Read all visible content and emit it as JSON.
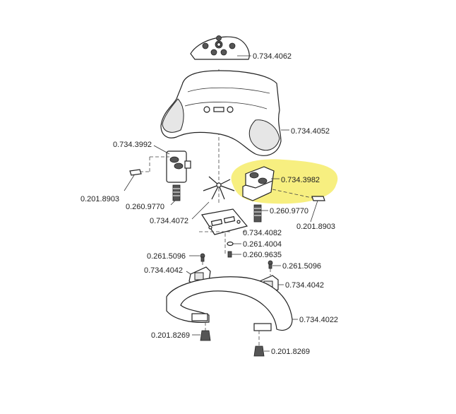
{
  "diagram": {
    "highlight_color": "#f6ec6a",
    "callouts": [
      {
        "id": "top-cover",
        "text": "0.734.4062"
      },
      {
        "id": "housing",
        "text": "0.734.4052"
      },
      {
        "id": "left-pedal",
        "text": "0.734.3992"
      },
      {
        "id": "right-pedal",
        "text": "0.734.3982"
      },
      {
        "id": "left-clip",
        "text": "0.201.8903"
      },
      {
        "id": "left-spring",
        "text": "0.260.9770"
      },
      {
        "id": "right-spring",
        "text": "0.260.9770"
      },
      {
        "id": "right-clip",
        "text": "0.201.8903"
      },
      {
        "id": "star-spring",
        "text": "0.734.4072"
      },
      {
        "id": "base-plate",
        "text": "0.734.4082"
      },
      {
        "id": "washer",
        "text": "0.261.4004"
      },
      {
        "id": "center-screw",
        "text": "0.260.9635"
      },
      {
        "id": "left-screw",
        "text": "0.261.5096"
      },
      {
        "id": "right-screw",
        "text": "0.261.5096"
      },
      {
        "id": "left-bracket",
        "text": "0.734.4042"
      },
      {
        "id": "right-bracket",
        "text": "0.734.4042"
      },
      {
        "id": "bow-frame",
        "text": "0.734.4022"
      },
      {
        "id": "left-foot",
        "text": "0.201.8269"
      },
      {
        "id": "right-foot",
        "text": "0.201.8269"
      }
    ]
  }
}
